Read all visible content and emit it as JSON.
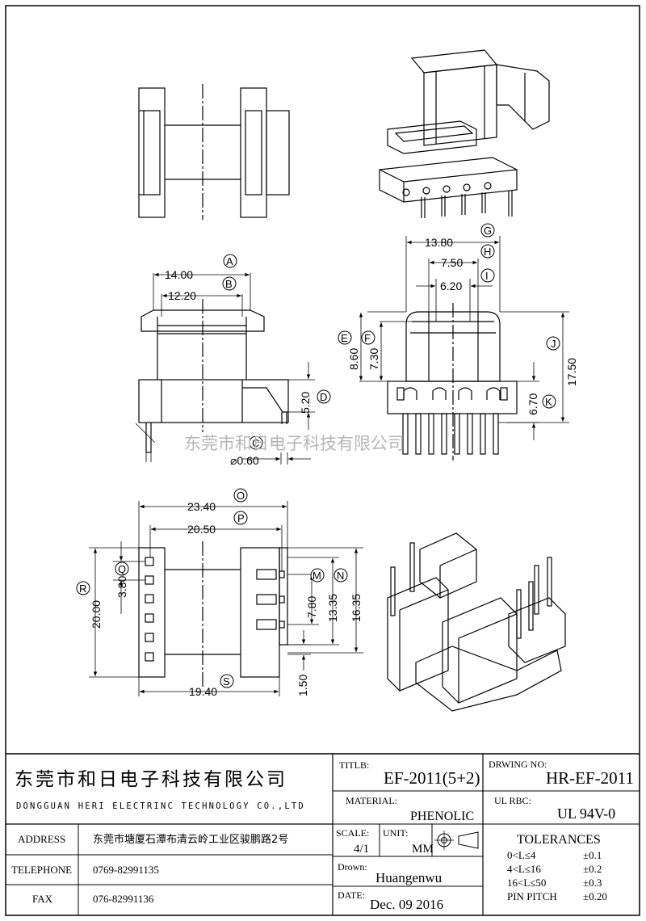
{
  "watermark": "东莞市和日电子科技有限公司",
  "views": {
    "top_left": {},
    "front": {
      "dims": {
        "a": "14.00",
        "b": "12.20",
        "d": "5.20",
        "c": "⌀0.60"
      },
      "labels": {
        "a": "A",
        "b": "B",
        "c": "C",
        "d": "D"
      }
    },
    "side": {
      "dims": {
        "g": "13.80",
        "h": "7.50",
        "i": "6.20",
        "e": "8.60",
        "f": "7.30",
        "j": "17.50",
        "k": "6.70"
      },
      "labels": {
        "g": "G",
        "h": "H",
        "i": "I",
        "e": "E",
        "f": "F",
        "j": "J",
        "k": "K"
      }
    },
    "bottom": {
      "dims": {
        "o": "23.40",
        "p": "20.50",
        "r": "20.00",
        "q": "3.80",
        "m": "7.80",
        "n": "13.35",
        "l": "16.35",
        "s": "19.40",
        "t": "1.50"
      },
      "labels": {
        "o": "O",
        "p": "P",
        "q": "Q",
        "r": "R",
        "m": "M",
        "n": "N",
        "s": "S"
      }
    }
  },
  "title_block": {
    "company_cn": "东莞市和日电子科技有限公司",
    "company_en": "DONGGUAN HERI ELECTRINC TECHNOLOGY CO.,LTD",
    "address_label": "ADDRESS",
    "address_value": "东莞市塘厦石潭布清云岭工业区骏鹏路2号",
    "telephone_label": "TELEPHONE",
    "telephone_value": "0769-82991135",
    "fax_label": "FAX",
    "fax_value": "076-82991136",
    "title_label": "TITLB:",
    "title_value": "EF-2011(5+2)",
    "drawing_no_label": "DRWING NO:",
    "drawing_no_value": "HR-EF-2011",
    "material_label": "MATERIAL:",
    "material_value": "PHENOLIC",
    "ul_label": "UL  RBC:",
    "ul_value": "UL 94V-0",
    "scale_label": "SCALE:",
    "scale_value": "4/1",
    "unit_label": "UNIT:",
    "unit_value": "MM",
    "tolerances_label": "TOLERANCES",
    "tol": [
      {
        "range": "0<L≤4",
        "value": "±0.1"
      },
      {
        "range": "4<L≤16",
        "value": "±0.2"
      },
      {
        "range": "16<L≤50",
        "value": "±0.3"
      },
      {
        "range": "PIN PITCH",
        "value": "±0.20"
      }
    ],
    "drawn_label": "Drown:",
    "drawn_value": "Huangenwu",
    "date_label": "DATE:",
    "date_value": "Dec. 09 2016"
  }
}
